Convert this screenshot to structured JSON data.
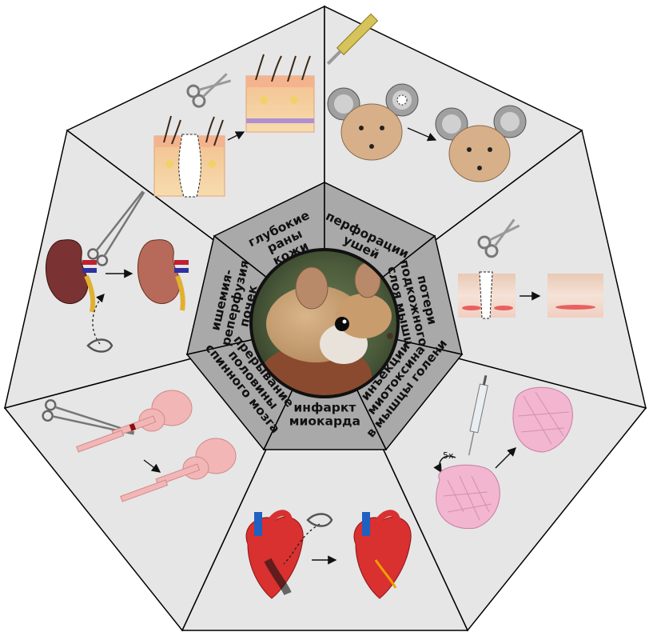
{
  "diagram": {
    "center_photo": "spiny-mouse",
    "colors": {
      "outer_fill": "#e6e6e6",
      "inner_fill": "#a9a9a9",
      "stroke": "#000000",
      "center_ring": "#111111"
    },
    "segments": [
      {
        "id": "skin",
        "lines": [
          "глубокие",
          "раны",
          "кожи"
        ],
        "illustration": "skin-excision"
      },
      {
        "id": "ear",
        "lines": [
          "перфорации",
          "ушей"
        ],
        "illustration": "ear-punch"
      },
      {
        "id": "panniculus",
        "lines": [
          "потери",
          "подкожного",
          "слоя мышц"
        ],
        "illustration": "panniculus-excision"
      },
      {
        "id": "muscle",
        "lines": [
          "инъекции",
          "миотоксина",
          "в мышцы голени"
        ],
        "illustration": "muscle-injection"
      },
      {
        "id": "heart",
        "lines": [
          "инфаркт",
          "миокарда"
        ],
        "illustration": "heart-ligation"
      },
      {
        "id": "spinal",
        "lines": [
          "прерывание",
          "половины",
          "спинного мозга"
        ],
        "illustration": "spinal-hemisection"
      },
      {
        "id": "kidney",
        "lines": [
          "ишемия-",
          "реперфузия",
          "почек"
        ],
        "illustration": "kidney-clamp"
      }
    ],
    "annotations": {
      "injection_repeats": "5x"
    }
  }
}
